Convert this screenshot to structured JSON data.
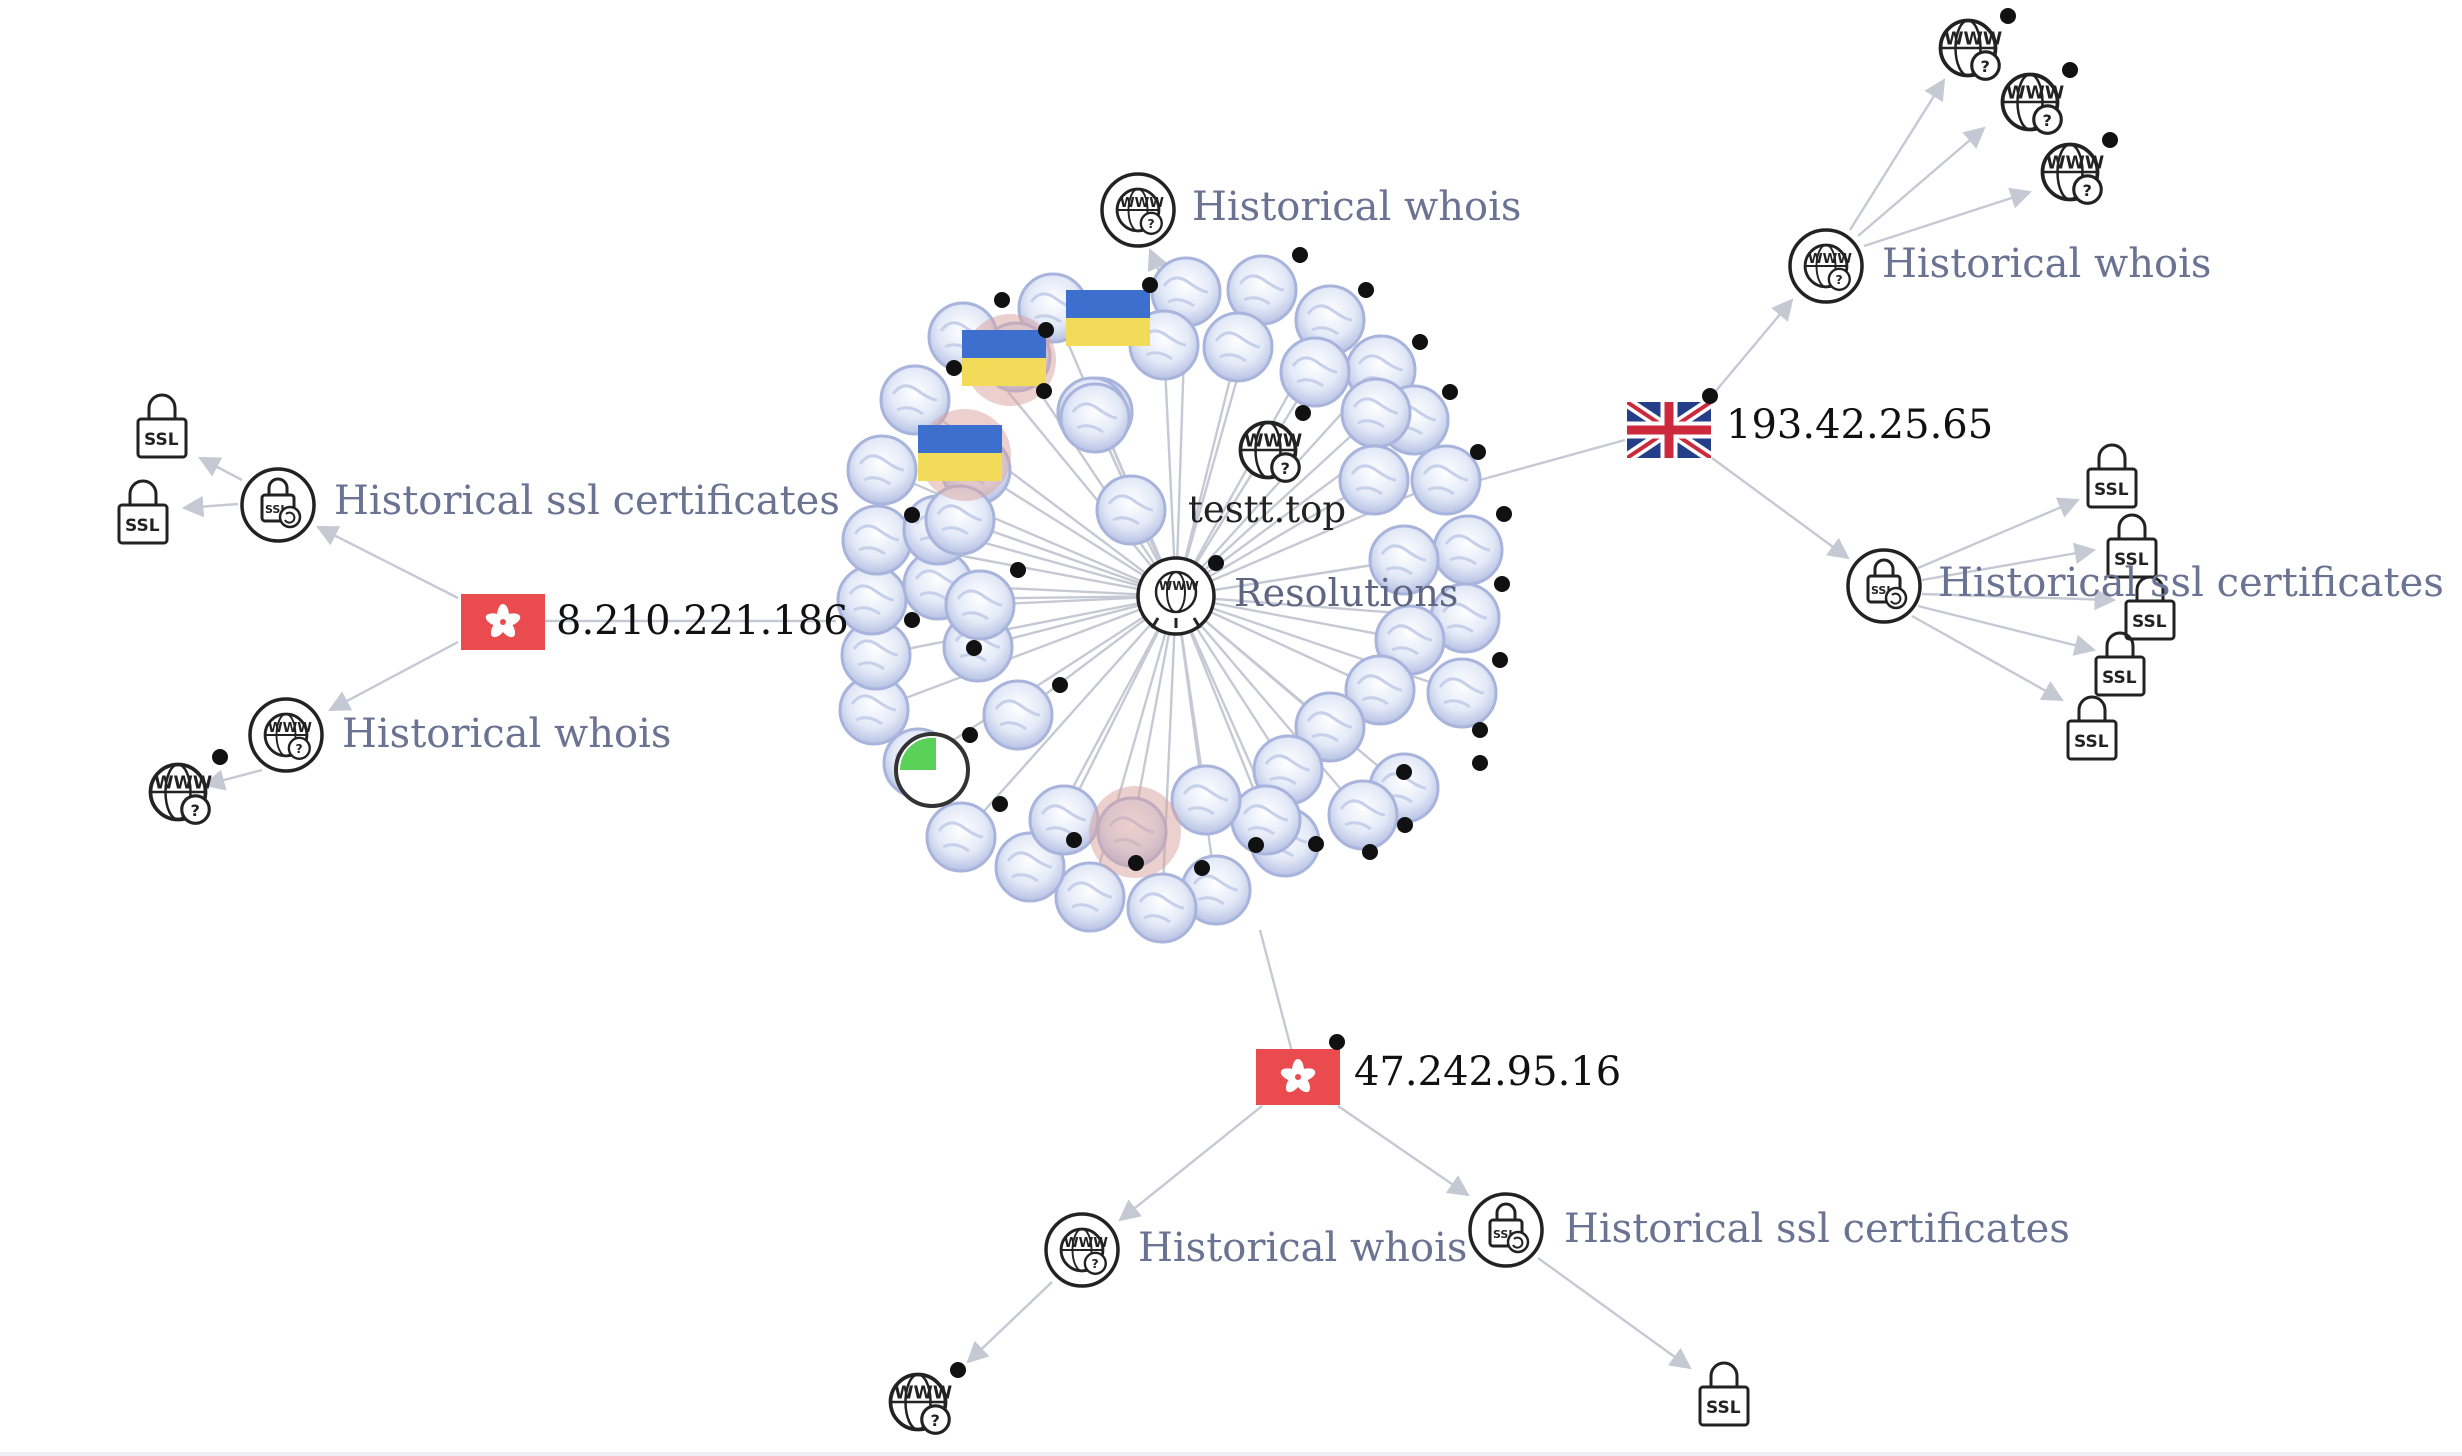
{
  "center": {
    "domain_label": "testt.top",
    "resolutions_label": "Resolutions",
    "resolution_node_count": 52
  },
  "ip_nodes": [
    {
      "id": "ip1",
      "label": "8.210.221.186",
      "flag": "hong-kong",
      "whois_label": "Historical whois",
      "ssl_label": "Historical ssl certificates",
      "whois_children": 1,
      "ssl_children": 2
    },
    {
      "id": "ip2",
      "label": "193.42.25.65",
      "flag": "united-kingdom",
      "whois_label": "Historical whois",
      "ssl_label": "Historical ssl certificates",
      "whois_children": 3,
      "ssl_children": 5
    },
    {
      "id": "ip3",
      "label": "47.242.95.16",
      "flag": "hong-kong",
      "whois_label": "Historical whois",
      "ssl_label": "Historical ssl certificates",
      "whois_children": 1,
      "ssl_children": 1
    }
  ],
  "icons": {
    "ssl_badge": "SSL",
    "www_badge": "WWW",
    "whois_marker": "?",
    "ssl_history_badge": "SSL"
  },
  "colors": {
    "edge": "#c5c9d3",
    "edge_arrow": "#c5c9d3",
    "globe_fill": "#dfe6f5",
    "globe_stroke": "#a8b4dc",
    "highlight": "#d9a29e",
    "hk_red": "#e94b4f",
    "ua_blue": "#3d6fcf",
    "ua_yellow": "#f3db5a",
    "uk_blue": "#243e8a",
    "uk_red": "#cc2a3c",
    "active_green": "#5cd15a",
    "group_text": "#6b7393"
  }
}
